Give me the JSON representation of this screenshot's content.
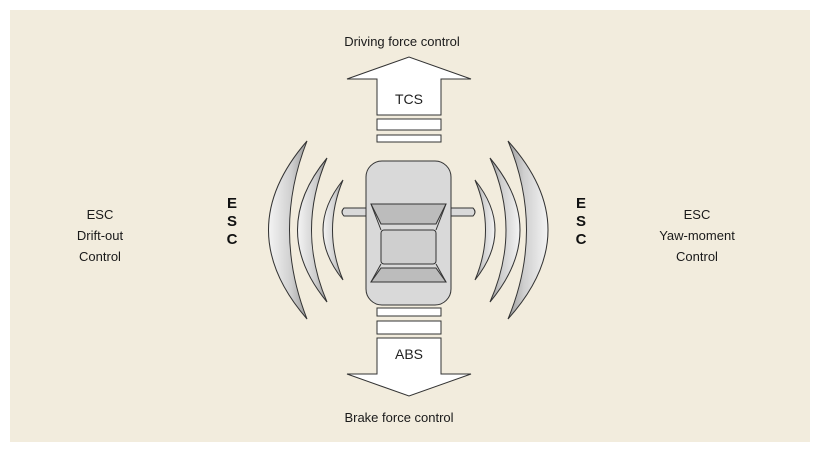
{
  "top_label": "Driving force control",
  "bottom_label": "Brake force control",
  "top_arrow_label": "TCS",
  "bottom_arrow_label": "ABS",
  "left_block": [
    "ESC",
    "Drift-out",
    "Control"
  ],
  "right_block": [
    "ESC",
    "Yaw-moment",
    "Control"
  ],
  "left_vertical": [
    "E",
    "S",
    "C"
  ],
  "right_vertical": [
    "E",
    "S",
    "C"
  ],
  "colors": {
    "background": "#f2ecdd",
    "shape_fill": "#ffffff",
    "car_fill": "#d9d9d9",
    "stroke": "#333333"
  }
}
